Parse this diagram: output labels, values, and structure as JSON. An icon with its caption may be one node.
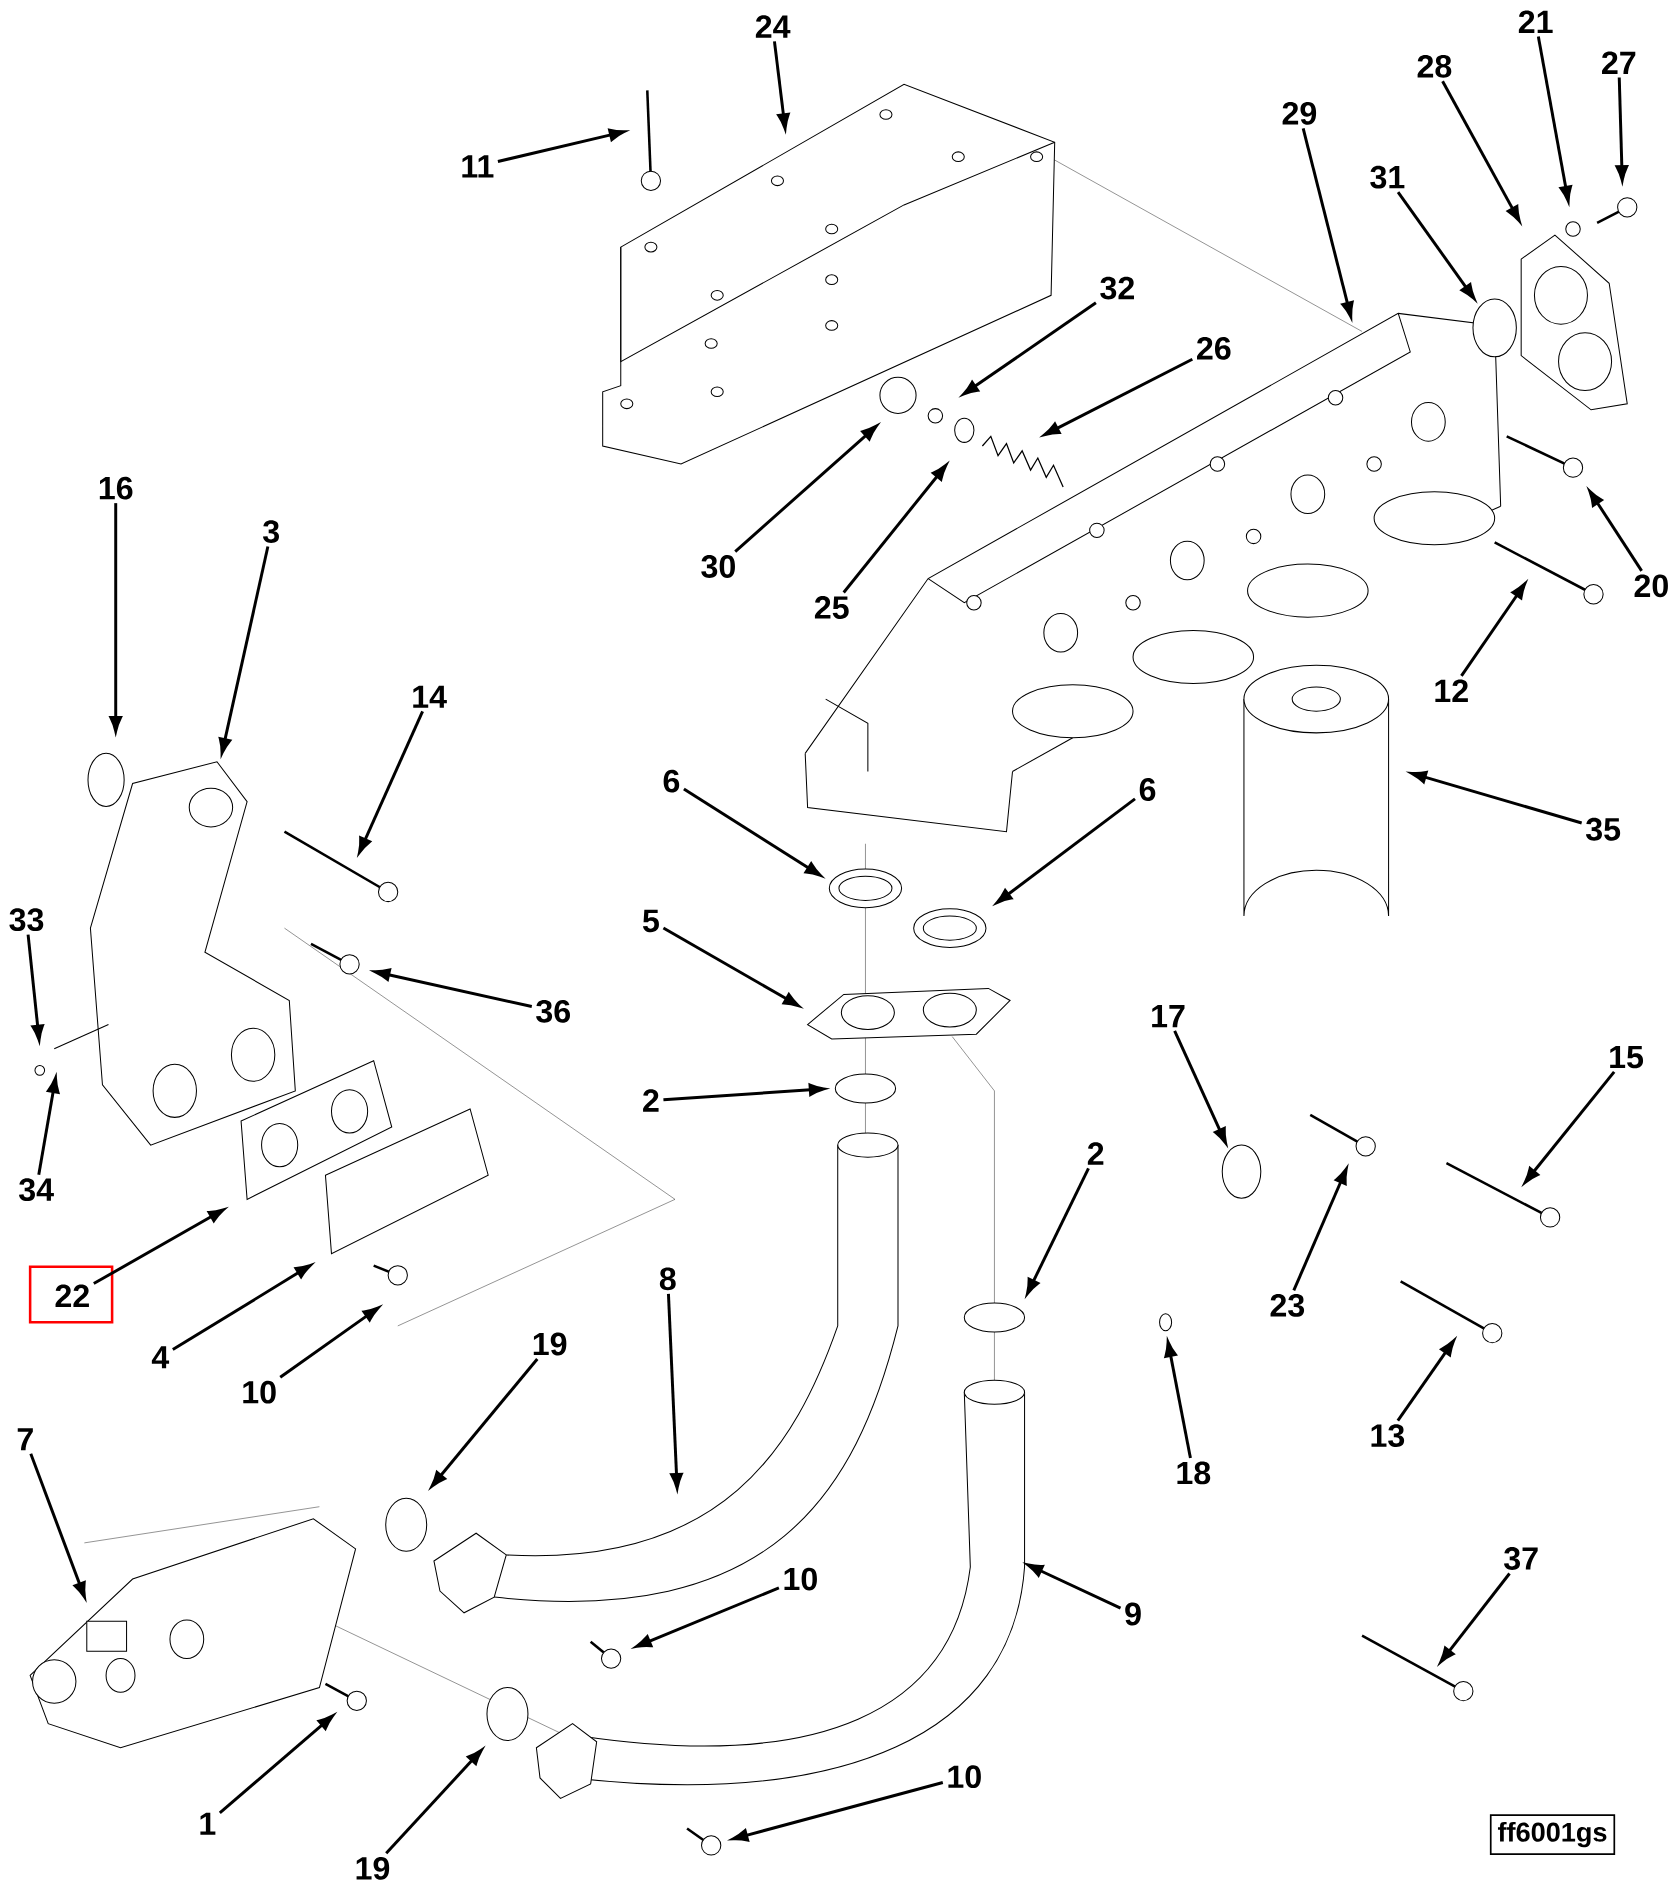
{
  "diagram": {
    "nodes": [
      {
        "text": [
          "21"
        ]
      },
      {
        "text": [
          "24"
        ]
      },
      {
        "text": [
          "27"
        ]
      },
      {
        "text": [
          "28"
        ]
      },
      {
        "text": [
          "29"
        ]
      },
      {
        "text": [
          "11"
        ]
      },
      {
        "text": [
          "31"
        ]
      },
      {
        "text": [
          "32"
        ]
      },
      {
        "text": [
          "26"
        ]
      },
      {
        "text": [
          "16"
        ]
      },
      {
        "text": [
          "3"
        ]
      },
      {
        "text": [
          "30"
        ]
      },
      {
        "text": [
          "20"
        ]
      },
      {
        "text": [
          "25"
        ]
      },
      {
        "text": [
          "12"
        ]
      },
      {
        "text": [
          "14"
        ]
      },
      {
        "text": [
          "6"
        ]
      },
      {
        "text": [
          "6"
        ]
      },
      {
        "text": [
          "35"
        ]
      },
      {
        "text": [
          "33"
        ]
      },
      {
        "text": [
          "5"
        ]
      },
      {
        "text": [
          "36"
        ]
      },
      {
        "text": [
          "17"
        ]
      },
      {
        "text": [
          "15"
        ]
      },
      {
        "text": [
          "2"
        ]
      },
      {
        "text": [
          "2"
        ]
      },
      {
        "text": [
          "34"
        ]
      },
      {
        "text": [
          "8"
        ]
      },
      {
        "text": [
          "22"
        ]
      },
      {
        "text": [
          "23"
        ]
      },
      {
        "text": [
          "19"
        ]
      },
      {
        "text": [
          "4"
        ]
      },
      {
        "text": [
          "10"
        ]
      },
      {
        "text": [
          "13"
        ]
      },
      {
        "text": [
          "7"
        ]
      },
      {
        "text": [
          "18"
        ]
      },
      {
        "text": [
          "37"
        ]
      },
      {
        "text": [
          "10"
        ]
      },
      {
        "text": [
          "9"
        ]
      },
      {
        "text": [
          "10"
        ]
      },
      {
        "text": [
          "1"
        ]
      },
      {
        "text": [
          "19"
        ]
      }
    ],
    "edges": [
      {
        "from": 0,
        "to": null,
        "arrow": "to"
      },
      {
        "from": 1,
        "to": null,
        "arrow": "to"
      },
      {
        "from": 2,
        "to": null,
        "arrow": "to"
      },
      {
        "from": 3,
        "to": null,
        "arrow": "to"
      },
      {
        "from": 4,
        "to": null,
        "arrow": "to"
      },
      {
        "from": 5,
        "to": null,
        "arrow": "to"
      },
      {
        "from": 6,
        "to": null,
        "arrow": "to"
      },
      {
        "from": 7,
        "to": null,
        "arrow": "to"
      },
      {
        "from": 8,
        "to": null,
        "arrow": "to"
      },
      {
        "from": 9,
        "to": null,
        "arrow": "to"
      },
      {
        "from": 10,
        "to": null,
        "arrow": "to"
      },
      {
        "from": 11,
        "to": null,
        "arrow": "to"
      },
      {
        "from": 12,
        "to": null,
        "arrow": "to"
      },
      {
        "from": 13,
        "to": null,
        "arrow": "to"
      },
      {
        "from": 14,
        "to": null,
        "arrow": "to"
      },
      {
        "from": 15,
        "to": null,
        "arrow": "to"
      },
      {
        "from": 16,
        "to": null,
        "arrow": "to"
      },
      {
        "from": 17,
        "to": null,
        "arrow": "to"
      },
      {
        "from": 18,
        "to": null,
        "arrow": "to"
      },
      {
        "from": 19,
        "to": null,
        "arrow": "to"
      },
      {
        "from": 20,
        "to": null,
        "arrow": "to"
      },
      {
        "from": 21,
        "to": null,
        "arrow": "to"
      },
      {
        "from": 22,
        "to": null,
        "arrow": "to"
      },
      {
        "from": 23,
        "to": null,
        "arrow": "to"
      },
      {
        "from": 24,
        "to": null,
        "arrow": "to"
      },
      {
        "from": 25,
        "to": null,
        "arrow": "to"
      },
      {
        "from": 26,
        "to": null,
        "arrow": "to"
      },
      {
        "from": 27,
        "to": null,
        "arrow": "to"
      },
      {
        "from": 28,
        "to": null,
        "arrow": "to"
      },
      {
        "from": 29,
        "to": null,
        "arrow": "to"
      },
      {
        "from": 30,
        "to": null,
        "arrow": "to"
      },
      {
        "from": 31,
        "to": null,
        "arrow": "to"
      },
      {
        "from": 32,
        "to": null,
        "arrow": "to"
      },
      {
        "from": 33,
        "to": null,
        "arrow": "to"
      },
      {
        "from": 34,
        "to": null,
        "arrow": "to"
      },
      {
        "from": 35,
        "to": null,
        "arrow": "to"
      },
      {
        "from": 36,
        "to": null,
        "arrow": "to"
      },
      {
        "from": 37,
        "to": null,
        "arrow": "to"
      },
      {
        "from": 38,
        "to": null,
        "arrow": "to"
      },
      {
        "from": 39,
        "to": null,
        "arrow": "to"
      },
      {
        "from": 40,
        "to": null,
        "arrow": "to"
      },
      {
        "from": 41,
        "to": null,
        "arrow": "to"
      }
    ],
    "labels": [
      "ff6001gs"
    ]
  }
}
